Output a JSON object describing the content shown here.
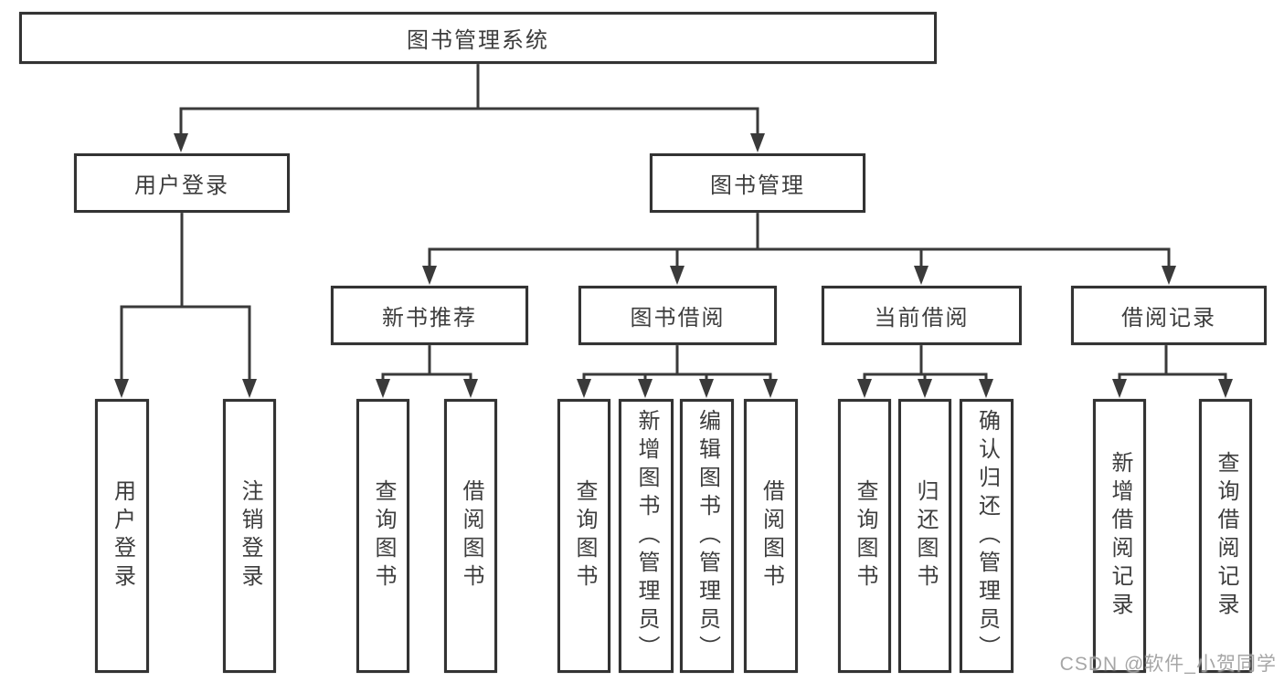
{
  "diagram": {
    "tree": {
      "label": "图书管理系统",
      "children": [
        {
          "label": "用户登录",
          "children": [
            {
              "label": "用户登录"
            },
            {
              "label": "注销登录"
            }
          ]
        },
        {
          "label": "图书管理",
          "children": [
            {
              "label": "新书推荐",
              "children": [
                {
                  "label": "查询图书"
                },
                {
                  "label": "借阅图书"
                }
              ]
            },
            {
              "label": "图书借阅",
              "children": [
                {
                  "label": "查询图书"
                },
                {
                  "label": "新增图书（管理员）"
                },
                {
                  "label": "编辑图书（管理员）"
                },
                {
                  "label": "借阅图书"
                }
              ]
            },
            {
              "label": "当前借阅",
              "children": [
                {
                  "label": "查询图书"
                },
                {
                  "label": "归还图书"
                },
                {
                  "label": "确认归还（管理员）"
                }
              ]
            },
            {
              "label": "借阅记录",
              "children": [
                {
                  "label": "新增借阅记录"
                },
                {
                  "label": "查询借阅记录"
                }
              ]
            }
          ]
        }
      ]
    },
    "line_color": "#3a3a3a",
    "border_color": "#333333",
    "background_color": "#ffffff"
  },
  "watermark": {
    "text": "CSDN @软件_小贺同学"
  }
}
